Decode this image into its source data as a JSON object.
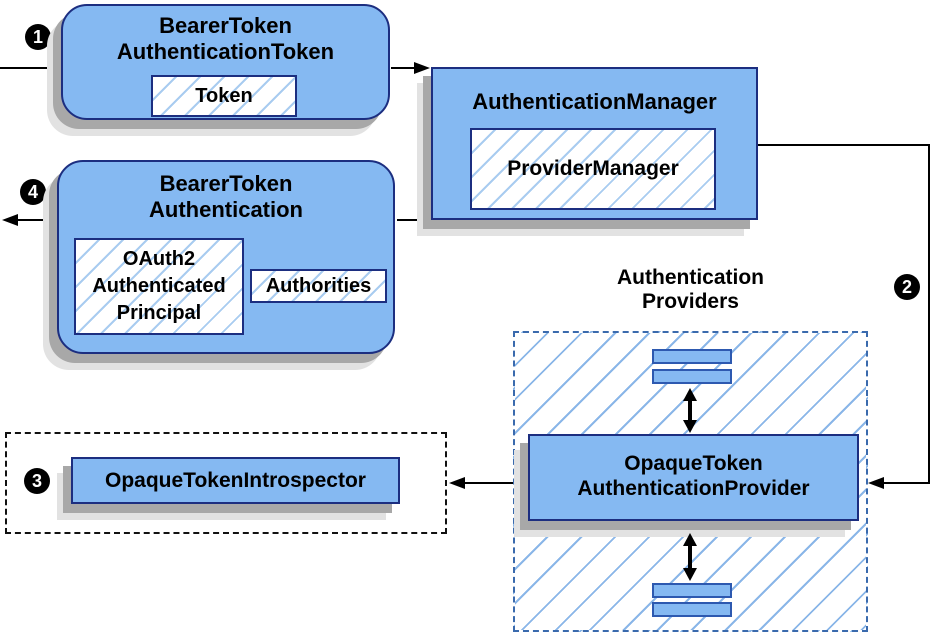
{
  "badges": {
    "step1": "1",
    "step2": "2",
    "step3": "3",
    "step4": "4"
  },
  "nodes": {
    "bearer_token_authentication_token": {
      "title_line1": "BearerToken",
      "title_line2": "AuthenticationToken",
      "token_label": "Token"
    },
    "authentication_manager": {
      "title": "AuthenticationManager",
      "provider_manager_label": "ProviderManager"
    },
    "bearer_token_authentication": {
      "title_line1": "BearerToken",
      "title_line2": "Authentication",
      "principal_line1": "OAuth2",
      "principal_line2": "Authenticated",
      "principal_line3": "Principal",
      "authorities_label": "Authorities"
    },
    "authentication_providers": {
      "label_line1": "Authentication",
      "label_line2": "Providers"
    },
    "opaque_token_authentication_provider": {
      "title_line1": "OpaqueToken",
      "title_line2": "AuthenticationProvider"
    },
    "opaque_token_introspector": {
      "label": "OpaqueTokenIntrospector"
    }
  },
  "colors": {
    "node_fill": "#85b9f2",
    "node_border": "#1c2e80",
    "hatch_line": "#a9ccf0",
    "region_hatch_line": "#8ab6e8",
    "region_border": "#3a6aad",
    "arrow": "#000000",
    "shadow": "#a8a8a8",
    "badge_bg": "#000000",
    "badge_text": "#ffffff"
  }
}
